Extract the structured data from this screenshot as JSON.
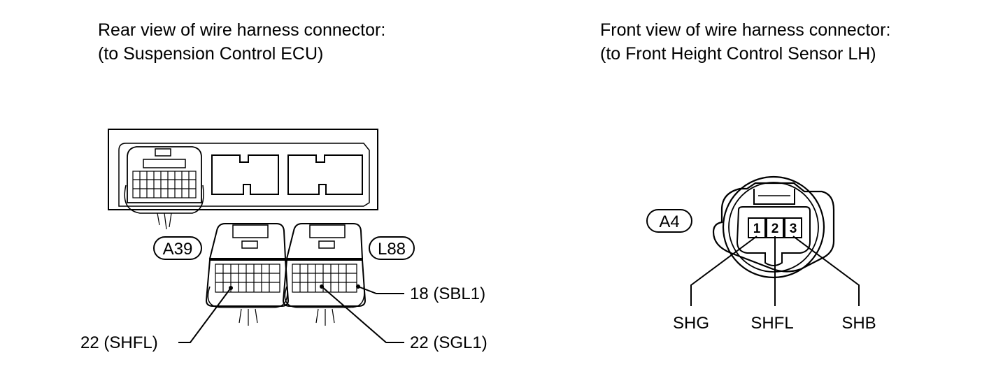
{
  "left_caption": {
    "line1": "Rear view of wire harness connector:",
    "line2": "(to Suspension Control ECU)"
  },
  "right_caption": {
    "line1": "Front view of wire harness connector:",
    "line2": "(to Front Height Control Sensor LH)"
  },
  "connectors": {
    "a39": "A39",
    "l88": "L88",
    "a4": "A4"
  },
  "callouts": {
    "sbl1": "18 (SBL1)",
    "shfl_left": "22 (SHFL)",
    "sgl1": "22 (SGL1)"
  },
  "a4_pins": [
    "1",
    "2",
    "3"
  ],
  "a4_terminals": {
    "shg": "SHG",
    "shfl": "SHFL",
    "shb": "SHB"
  }
}
